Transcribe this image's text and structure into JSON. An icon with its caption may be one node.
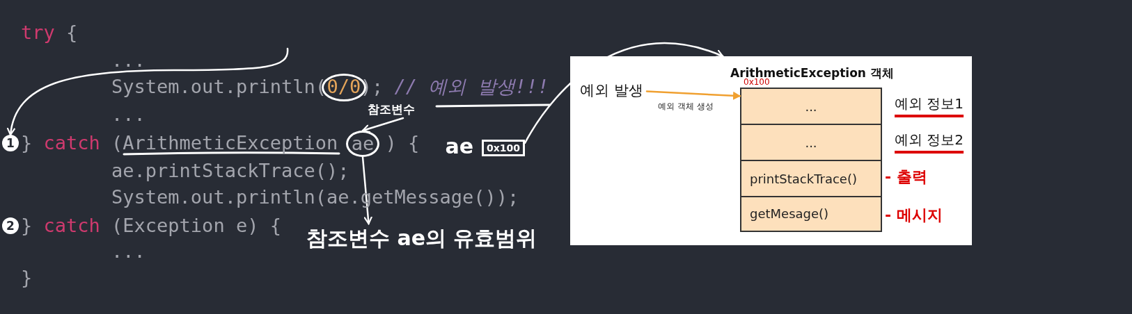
{
  "diagram": {
    "nodes": [
      {
        "text": [
          "1"
        ]
      },
      {
        "text": [
          "0/0"
        ]
      },
      {
        "text": [
          "참조변수"
        ]
      },
      {
        "text": [
          "ae"
        ]
      },
      {
        "text": [
          "0x100"
        ],
        "beside": [
          "ae"
        ]
      },
      {
        "text": [
          "참조변수 ae의 유효범위"
        ]
      },
      {
        "text": [
          "2"
        ]
      },
      {
        "text": [],
        "shape": "box"
      },
      {
        "text": [
          "예외 발생"
        ],
        "in": 7
      },
      {
        "text": [
          "ArithmeticException 객체"
        ],
        "beside": [
          "0x100"
        ],
        "in": 7
      },
      {
        "text": [
          "..."
        ],
        "beside": [
          "예외 정보1"
        ],
        "in": 9
      },
      {
        "text": [
          "..."
        ],
        "beside": [
          "예외 정보2"
        ],
        "in": 9
      },
      {
        "text": [
          "printStackTrace()"
        ],
        "in": 9
      },
      {
        "text": [
          "getMesage()"
        ],
        "in": 9
      }
    ],
    "edges": [
      {
        "from": null,
        "to": 0,
        "arrow": "to"
      },
      {
        "from": 2,
        "to": 3,
        "arrow": "to"
      },
      {
        "from": 3,
        "to": 5,
        "arrow": "to"
      },
      {
        "from": 4,
        "to": 7,
        "arrow": "to"
      },
      {
        "from": 8,
        "to": 9,
        "arrow": "to",
        "label": "예외 객체 생성",
        "color": "#f0a030"
      }
    ],
    "labels": [
      "try",
      "{",
      "...",
      "System.out.println(",
      ");",
      "// 예외 발생!!!",
      "...",
      "}",
      "catch",
      "(ArithmeticException",
      ") {",
      "ae.printStackTrace();",
      "System.out.println(ae.getMessage());",
      "}",
      "catch",
      "(Exception e) {",
      "...",
      "}",
      "- 출력",
      "- 메시지"
    ]
  }
}
